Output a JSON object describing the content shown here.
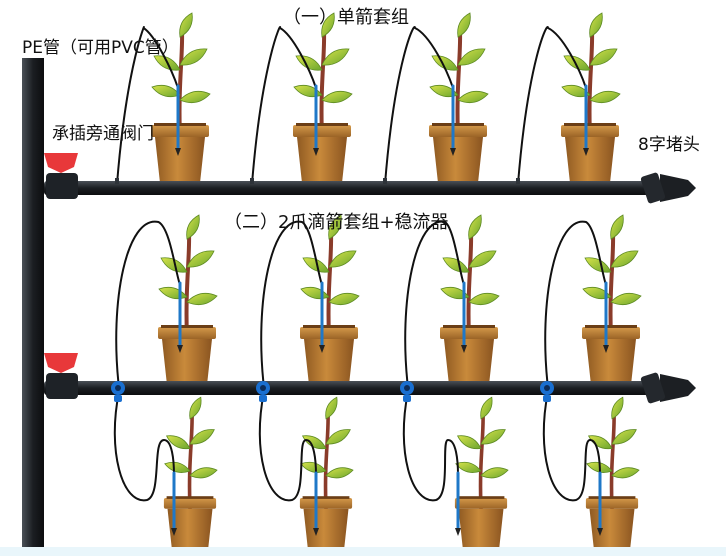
{
  "title_single": "（一）单箭套组",
  "title_double": "（二）2爪滴箭套组+稳流器",
  "pipe_label": "PE管（可用PVC管）",
  "valve_label": "承插旁通阀门",
  "end_cap_label": "8字堵头",
  "colors": {
    "pipe": "#1f2328",
    "valve_red": "#e8383a",
    "stabilizer_blue": "#1a6fd0",
    "pot": "#b7782f",
    "leaf_green": "#9cc23a",
    "stem": "#8a3b2a",
    "dripper_blue": "#1f78c8",
    "bottom_strip": "#e9f6fb"
  }
}
